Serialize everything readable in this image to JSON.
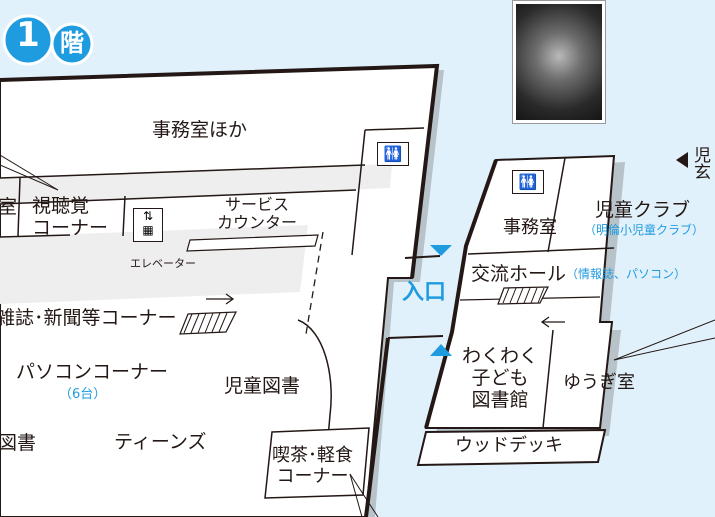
{
  "floor": {
    "number": "1",
    "label": "階"
  },
  "icons": {
    "toilet": "restroom-icon",
    "elevator": "elevator-icon",
    "photo": "drum-kit-photo"
  },
  "colors": {
    "water": "#e1f1fb",
    "accent": "#1f9be0",
    "line": "#231815",
    "entrance_bg": "#e1f1fb"
  },
  "rooms": {
    "office_etc": "事務室ほか",
    "partial_room": "室",
    "av_corner": "視聴覚\nコーナー",
    "service_counter": "サービス\nカウンター",
    "elevator": "エレベーター",
    "magazine_corner": "雑誌･新聞等コーナー",
    "pc_corner": "パソコンコーナー",
    "pc_count": "（6台）",
    "children_books": "児童図書",
    "books_partial": "図書",
    "teens": "ティーンズ",
    "cafe": "喫茶･軽食\nコーナー",
    "entrance": "入口",
    "right_office": "事務室",
    "kids_club": "児童クラブ",
    "kids_club_note": "（明倫小児童クラブ）",
    "exchange_hall": "交流ホール",
    "exchange_hall_note": "（情報誌、パソコン）",
    "kids_library": "わくわく\n子ども\n図書館",
    "playroom": "ゆうぎ室",
    "wood_deck": "ウッドデッキ",
    "kids_entrance": "児\n玄"
  },
  "arrows": {
    "right": "→",
    "left": "←"
  }
}
